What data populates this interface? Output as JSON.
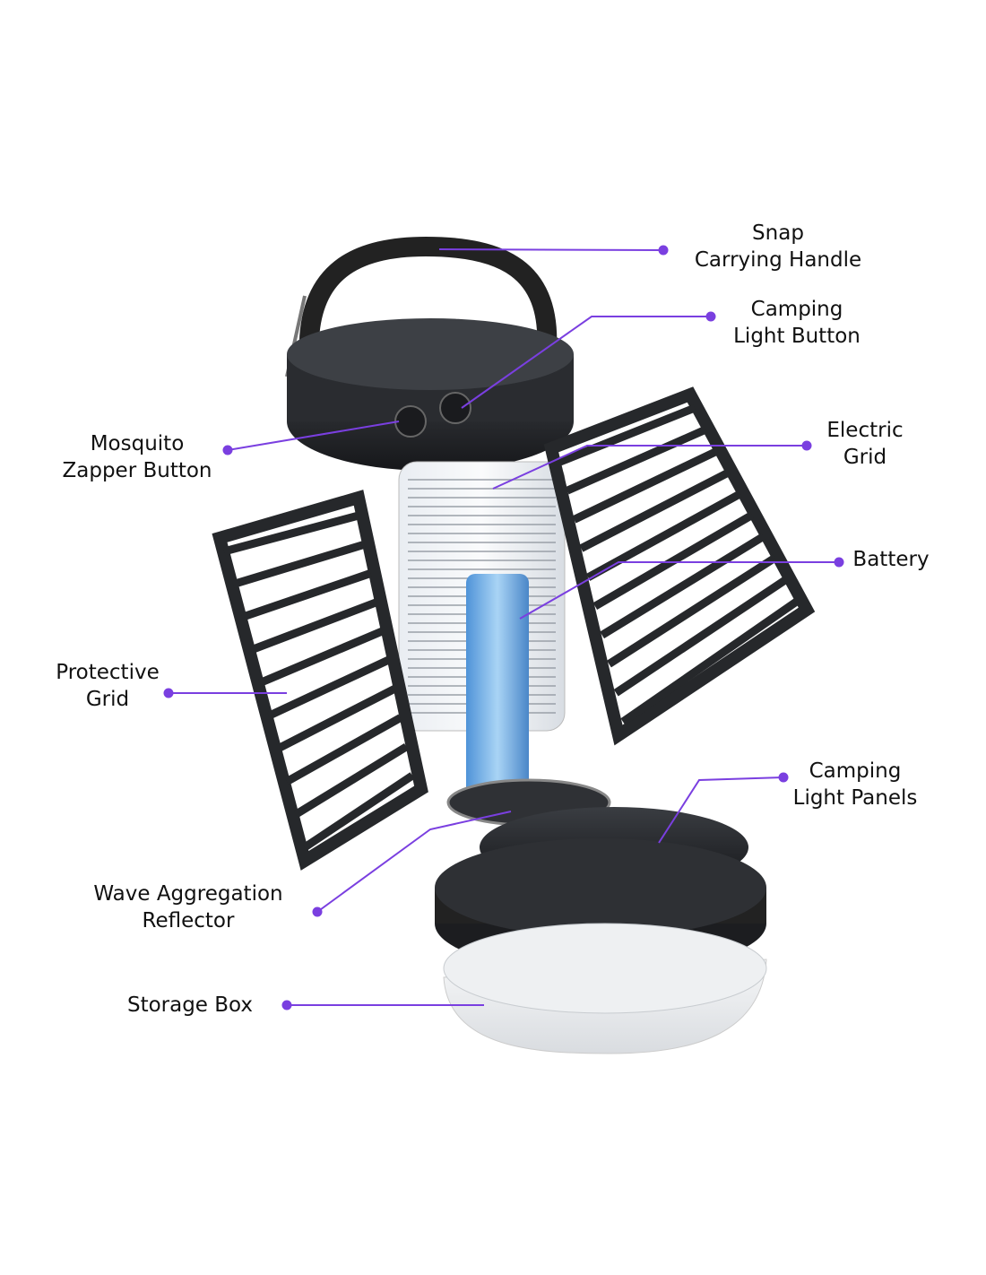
{
  "accent_color": "#7a3fe0",
  "labels": {
    "handle": {
      "line1": "Snap",
      "line2": "Carrying Handle"
    },
    "light_button": {
      "line1": "Camping",
      "line2": "Light Button"
    },
    "zapper_button": {
      "line1": "Mosquito",
      "line2": "Zapper Button"
    },
    "electric_grid": {
      "line1": "Electric",
      "line2": "Grid"
    },
    "battery": {
      "line1": "Battery"
    },
    "protective_grid": {
      "line1": "Protective",
      "line2": "Grid"
    },
    "light_panels": {
      "line1": "Camping",
      "line2": "Light Panels"
    },
    "reflector": {
      "line1": "Wave Aggregation",
      "line2": "Reflector"
    },
    "storage_box": {
      "line1": "Storage Box"
    }
  }
}
